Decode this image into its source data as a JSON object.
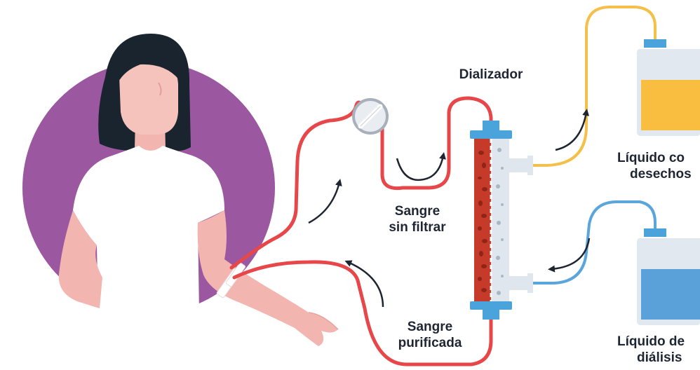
{
  "labels": {
    "dialyzer": "Dializador",
    "unfiltered_blood": [
      "Sangre",
      "sin filtrar"
    ],
    "purified_blood": [
      "Sangre",
      "purificada"
    ],
    "waste_fluid": [
      "Líquido co",
      "desechos"
    ],
    "dialysis_fluid": [
      "Líquido de",
      "diálisis"
    ]
  },
  "colors": {
    "blood_tube": "#e8474a",
    "waste_tube": "#f4c04a",
    "dialysate_tube": "#5aa5dc",
    "waste_fill": "#f9bd3f",
    "dialysate_fill": "#5aa0d9",
    "filter_blood": "#c63a2a",
    "filter_membrane": "#dfe6ee",
    "cap_blue": "#4aa3da",
    "bg_circle": "#9b57a0",
    "skin": "#f3b5b0",
    "hair": "#19242e",
    "arrow": "#1e2531"
  },
  "icons": [
    "pump-icon",
    "arrow-icon",
    "dialyzer-icon",
    "container-icon",
    "patient-figure"
  ]
}
